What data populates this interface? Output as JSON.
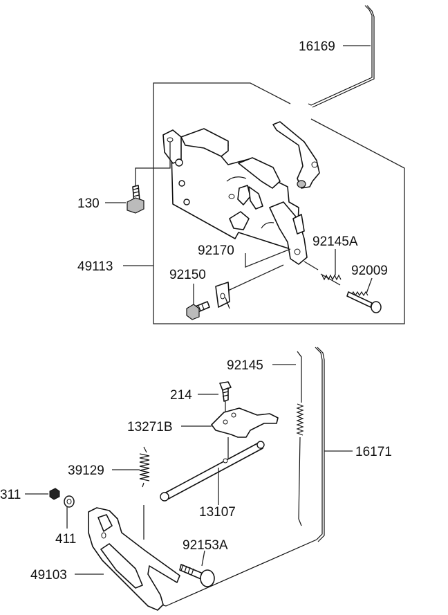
{
  "diagram": {
    "part_labels": {
      "p16169": "16169",
      "p130": "130",
      "p49113": "49113",
      "p92170": "92170",
      "p92145A": "92145A",
      "p92150": "92150",
      "p92009": "92009",
      "p92145": "92145",
      "p214": "214",
      "p13271B": "13271B",
      "p16171": "16171",
      "p39129": "39129",
      "p311": "311",
      "p13107": "13107",
      "p411": "411",
      "p92153A": "92153A",
      "p49103": "49103"
    }
  }
}
